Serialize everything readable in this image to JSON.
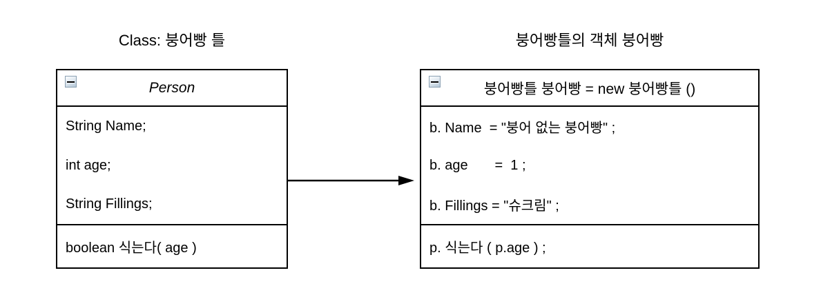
{
  "titles": {
    "left": "Class: 붕어빵 틀",
    "right": "붕어빵틀의 객체 붕어빵"
  },
  "left_box": {
    "header": "Person",
    "fields": [
      "String Name;",
      "int age;",
      "String Fillings;"
    ],
    "method": "boolean 식는다( age )"
  },
  "right_box": {
    "header": "붕어빵틀 붕어빵 = new 붕어빵틀 ()",
    "fields": [
      "b. Name  = \"붕어 없는 붕어빵\" ;",
      "b. age       =  1 ;",
      "b. Fillings = \"슈크림\" ;"
    ],
    "method": "p. 식는다 ( p.age ) ;"
  },
  "icons": {
    "collapse": "minus-collapse-button"
  },
  "colors": {
    "border": "#000000",
    "background": "#ffffff",
    "text": "#000000",
    "icon_border": "#8ba0b2",
    "icon_fill_top": "#fbfdfe",
    "icon_fill_bottom": "#b4c8d8"
  }
}
